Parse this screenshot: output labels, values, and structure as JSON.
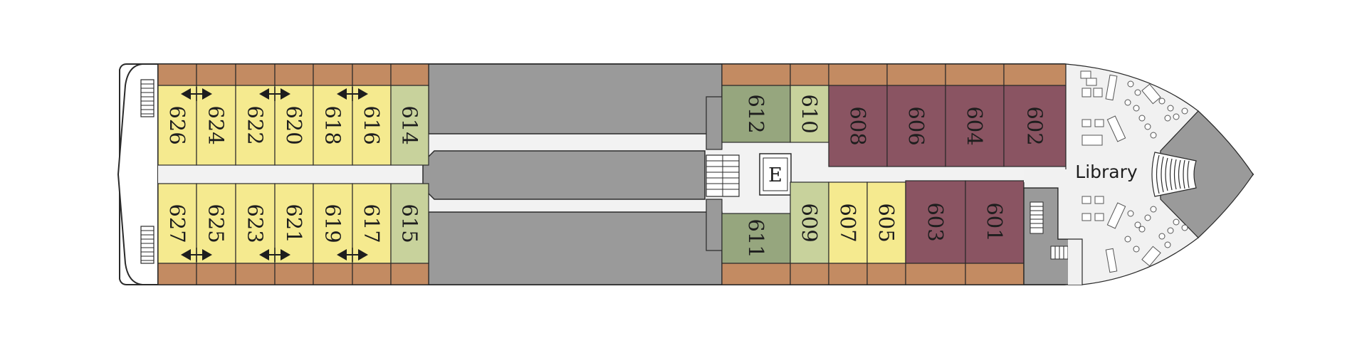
{
  "colors": {
    "hull": "#ffffff",
    "outline": "#2a2a2a",
    "corridor": "#f2f2f2",
    "balcony": "#c38b62",
    "yellow_cabin": "#f5ea8f",
    "light_green_cabin": "#c8d29c",
    "green_cabin": "#96a67e",
    "purple_suite": "#8a5462",
    "service_gray": "#9a9a9a",
    "library_floor": "#f1f1f1"
  },
  "cabins": {
    "top_aft": [
      "626",
      "624",
      "622",
      "620",
      "618",
      "616",
      "614"
    ],
    "bottom_aft": [
      "627",
      "625",
      "623",
      "621",
      "619",
      "617",
      "615"
    ],
    "top_fore": [
      "612",
      "610",
      "608",
      "606",
      "604",
      "602"
    ],
    "bottom_fore": [
      "611",
      "609",
      "607",
      "605",
      "603",
      "601"
    ]
  },
  "elevator": {
    "label": "E"
  },
  "library": {
    "label": "Library"
  },
  "icons": {
    "connecting_arrow": "double-arrow-icon",
    "stairs": "stairs-icon",
    "elevator": "elevator-icon"
  }
}
